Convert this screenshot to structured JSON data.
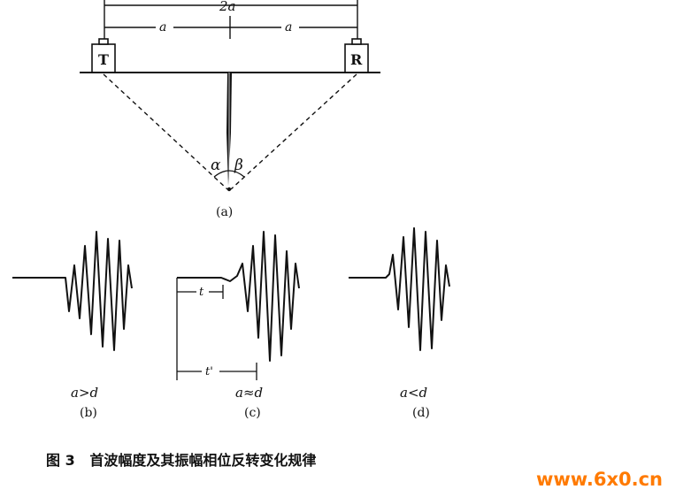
{
  "diagram": {
    "dim_2a": "2a",
    "dim_a_left": "a",
    "dim_a_right": "a",
    "transducer_t": "T",
    "transducer_r": "R",
    "angle_alpha": "α",
    "angle_beta": "β",
    "label_a": "(a)",
    "panels": [
      {
        "condition": "a>d",
        "label": "(b)"
      },
      {
        "condition": "a≈d",
        "label": "(c)"
      },
      {
        "condition": "a<d",
        "label": "(d)"
      }
    ],
    "time_t": "t",
    "time_t_prime": "t'",
    "caption": "图 3   首波幅度及其振幅相位反转变化规律"
  },
  "watermark": "www.6x0.cn",
  "colors": {
    "ink": "#111111",
    "watermark": "#ff7a00"
  }
}
